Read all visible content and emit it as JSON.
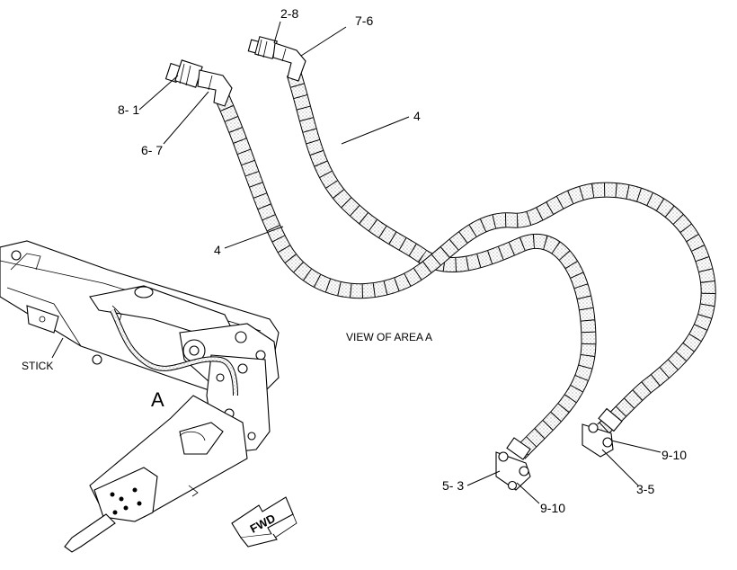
{
  "view_caption": "VIEW OF AREA  A",
  "area_letter": "A",
  "stick_label": "STICK",
  "fwd_label": "FWD",
  "callouts": {
    "c_2_8": "2-8",
    "c_7_6": "7-6",
    "c_8_1": "8- 1",
    "c_6_7": "6- 7",
    "c_4_upper": "4",
    "c_4_lower": "4",
    "c_9_10_right": "9-10",
    "c_3_5": "3-5",
    "c_5_3": "5- 3",
    "c_9_10_bottom": "9-10"
  },
  "colors": {
    "line": "#000000",
    "background": "#ffffff",
    "hose_stipple": "#555555"
  }
}
